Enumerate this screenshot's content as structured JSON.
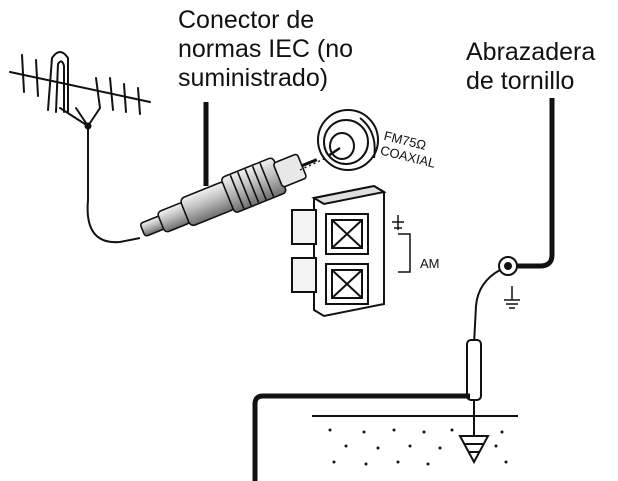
{
  "labels": {
    "iec_connector": [
      "Conector de",
      "normas IEC (no",
      "suministrado)"
    ],
    "screw_clamp": [
      "Abrazadera",
      "de tornillo"
    ],
    "fm_terminal": [
      "FM75Ω",
      "COAXIAL"
    ],
    "am_terminal": "AM"
  },
  "icons": {
    "antenna": "antenna-icon",
    "iec_plug": "iec-plug-icon",
    "fm_socket": "coaxial-socket-icon",
    "am_block": "terminal-block-icon",
    "ground": "ground-icon",
    "ground_rod": "ground-rod-icon"
  },
  "colors": {
    "line": "#111111",
    "fill": "#ffffff",
    "shade": "#9a9a9a"
  }
}
